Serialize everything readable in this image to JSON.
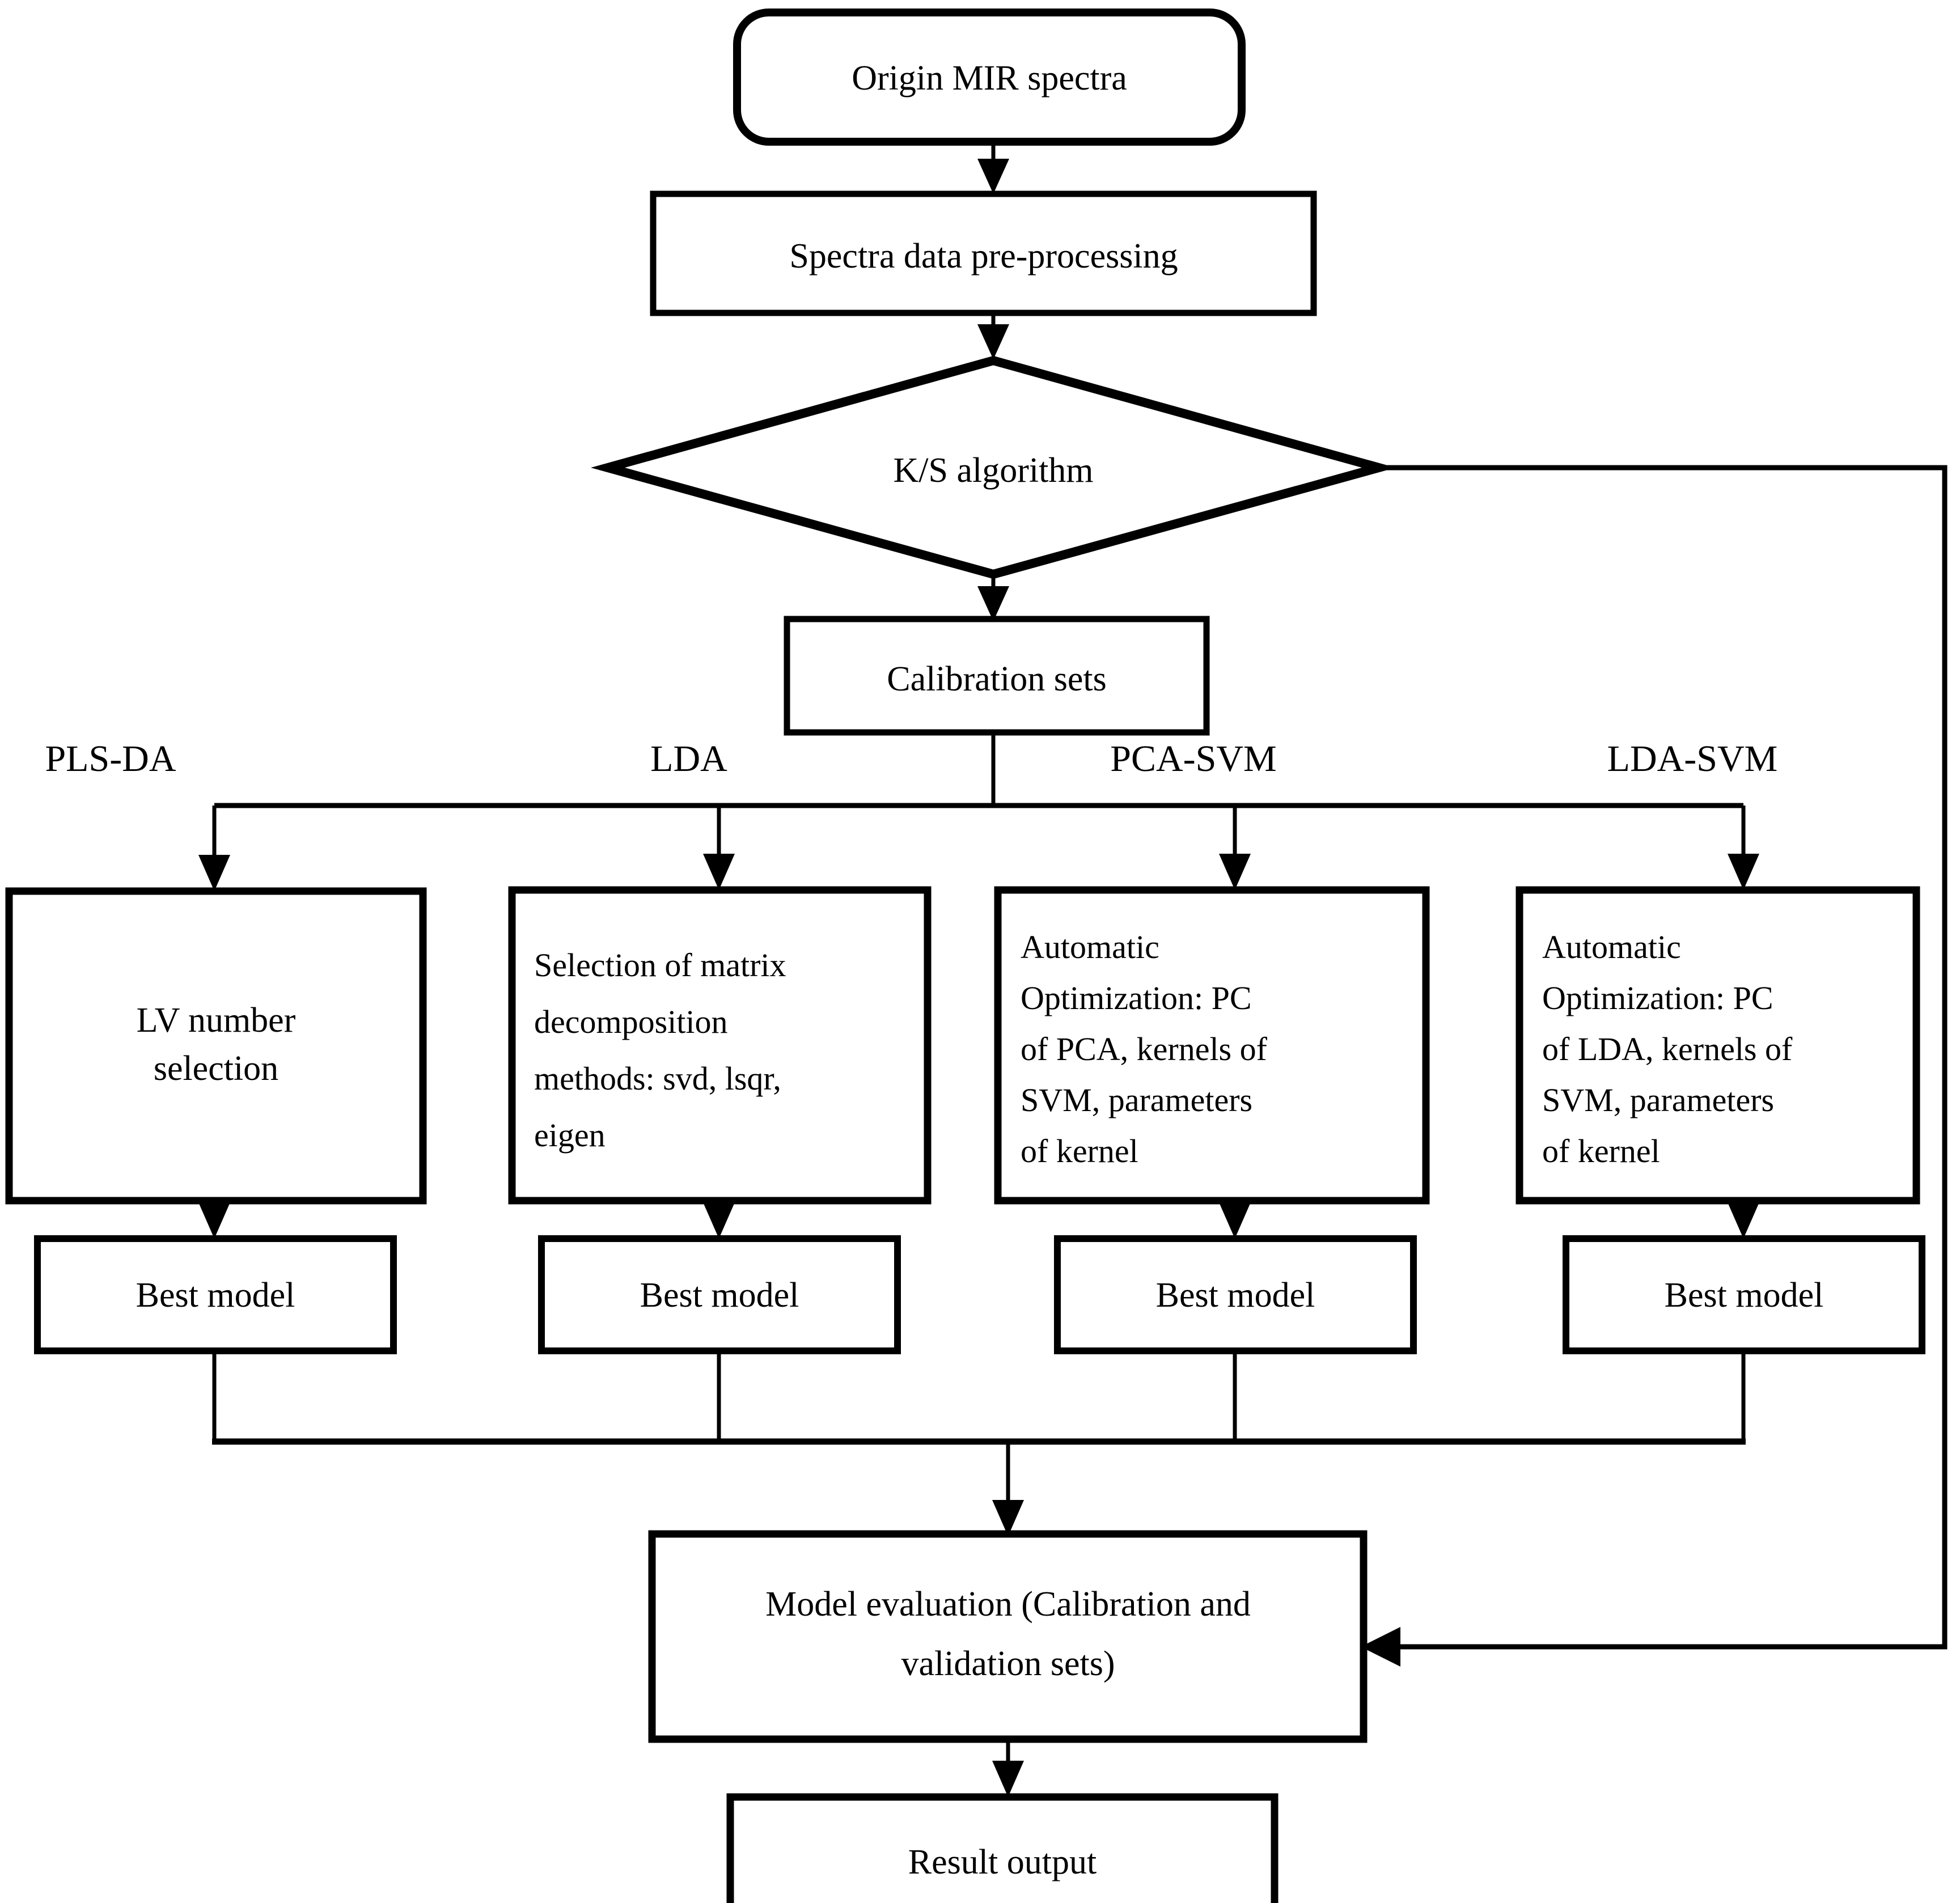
{
  "diagram": {
    "title": "MIR spectra modelling workflow flowchart",
    "stroke_color": "#000000",
    "fill_color": "#ffffff",
    "background": "#ffffff",
    "nodes": {
      "origin": {
        "label": "Origin MIR spectra",
        "shape": "rounded-rectangle"
      },
      "preprocess": {
        "label": "Spectra data pre-processing",
        "shape": "rectangle"
      },
      "ks": {
        "label": "K/S algorithm",
        "shape": "diamond"
      },
      "calibration": {
        "label": "Calibration sets",
        "shape": "rectangle"
      },
      "evaluation": {
        "line1": "Model evaluation (Calibration and",
        "line2": "validation sets)",
        "shape": "rectangle"
      },
      "result": {
        "label": "Result output",
        "shape": "rectangle"
      }
    },
    "branch_labels": [
      {
        "id": "pls-da",
        "label": "PLS-DA"
      },
      {
        "id": "lda",
        "label": "LDA"
      },
      {
        "id": "pca-svm",
        "label": "PCA-SVM"
      },
      {
        "id": "lda-svm",
        "label": "LDA-SVM"
      }
    ],
    "method_boxes": [
      {
        "id": "lv-number-selection",
        "align": "center",
        "lines": [
          "LV number",
          "selection"
        ]
      },
      {
        "id": "matrix-decomposition-selection",
        "align": "left",
        "lines": [
          "Selection of matrix",
          "decomposition",
          "methods:  svd,  lsqr,",
          "eigen"
        ]
      },
      {
        "id": "pca-svm-optimization",
        "align": "left",
        "lines": [
          "Automatic",
          "Optimization: PC",
          "of PCA, kernels of",
          "SVM, parameters",
          "of kernel"
        ]
      },
      {
        "id": "lda-svm-optimization",
        "align": "left",
        "lines": [
          "Automatic",
          "Optimization: PC",
          "of LDA, kernels of",
          "SVM, parameters",
          "of kernel"
        ]
      }
    ],
    "best_model_boxes": [
      {
        "id": "best-model-1",
        "label": "Best model"
      },
      {
        "id": "best-model-2",
        "label": "Best model"
      },
      {
        "id": "best-model-3",
        "label": "Best model"
      },
      {
        "id": "best-model-4",
        "label": "Best model"
      }
    ]
  }
}
